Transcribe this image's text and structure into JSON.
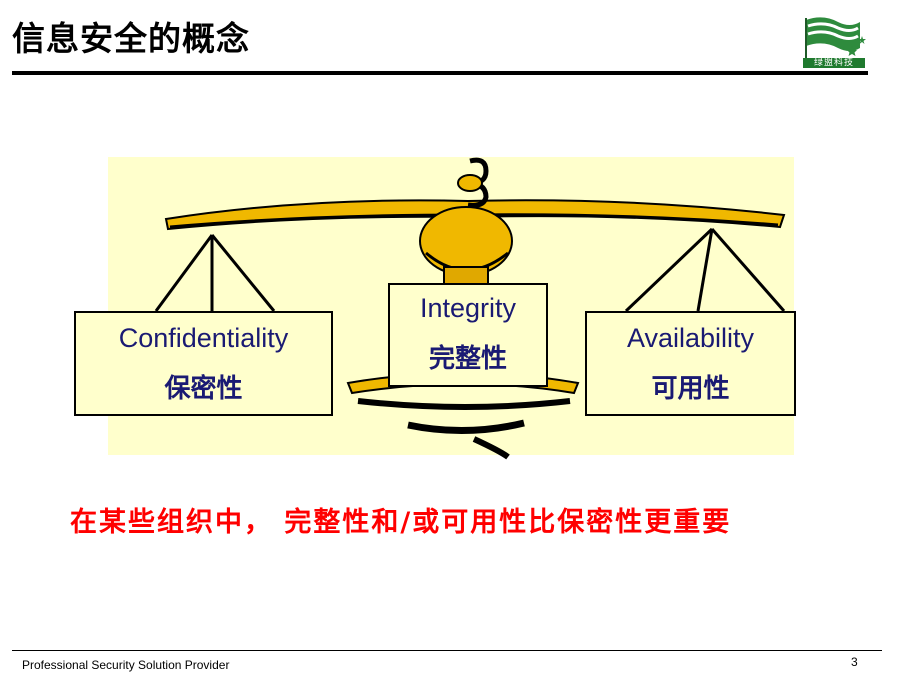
{
  "slide": {
    "title": "信息安全的概念",
    "logo_text": "绿盟科技",
    "boxes": {
      "confidentiality": {
        "en": "Confidentiality",
        "zh": "保密性"
      },
      "integrity": {
        "en": "Integrity",
        "zh": "完整性"
      },
      "availability": {
        "en": "Availability",
        "zh": "可用性"
      }
    },
    "note": "在某些组织中， 完整性和/或可用性比保密性更重要",
    "footer": "Professional Security Solution Provider",
    "page_number": "3"
  },
  "colors": {
    "panel": "#ffffcc",
    "scale_gold": "#f0b800",
    "box_text": "#1a1a73",
    "note": "#ff0000",
    "logo_green": "#1f7a2e"
  }
}
